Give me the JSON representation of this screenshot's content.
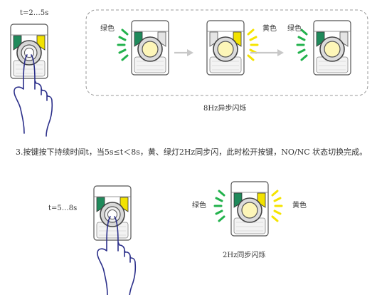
{
  "top": {
    "time_label": "t=2…5s",
    "green_label_1": "绿色",
    "yellow_label_1": "黄色",
    "green_label_2": "绿色",
    "caption": "8Hz异步闪烁"
  },
  "step3": {
    "text": "3.按键按下持续时间t，当5s≤t＜8s，黄、绿灯2Hz同步闪，此时松开按键，NO/NC 状态切换完成。"
  },
  "bottom": {
    "time_label": "t=5…8s",
    "green_label": "绿色",
    "yellow_label": "黄色",
    "caption": "2Hz同步闪烁"
  },
  "colors": {
    "green_lamp": "#1f8a5b",
    "yellow_lamp": "#f2e200",
    "ray_green": "#22b24c",
    "ray_yellow": "#f5e400",
    "button_center": "#fdf6b8",
    "arrow": "#c8c8c8",
    "dashed_border": "#9a9a9a"
  }
}
